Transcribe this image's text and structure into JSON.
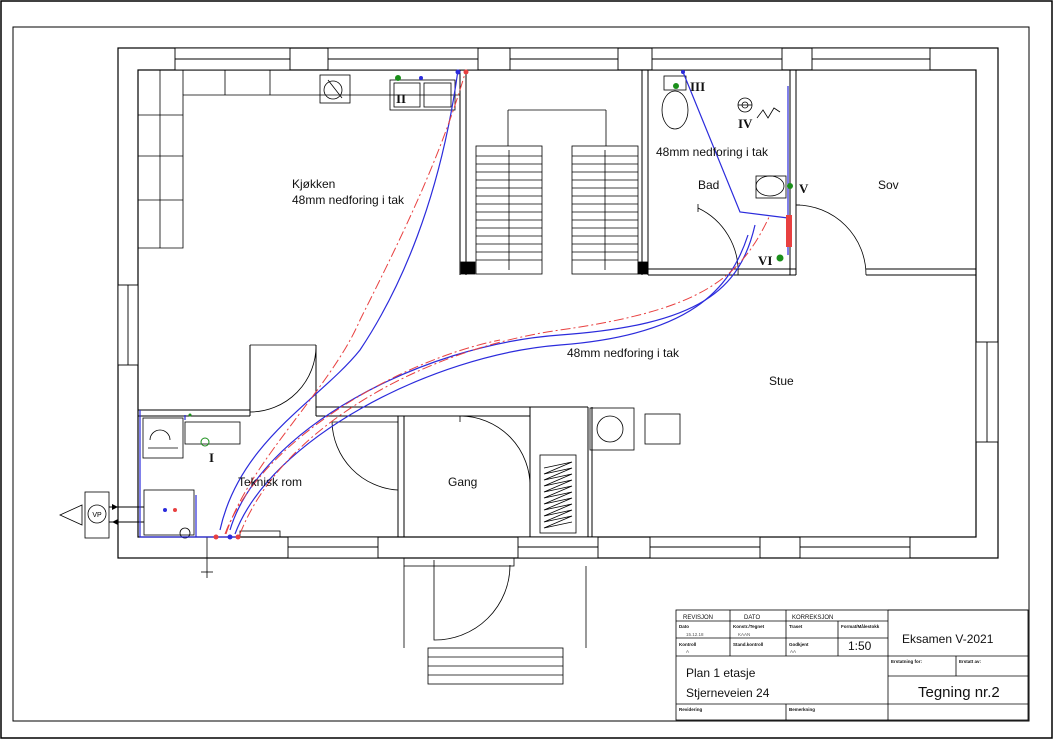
{
  "rooms": {
    "kitchen": "Kjøkken",
    "kitchen_note": "48mm nedforing i tak",
    "bath": "Bad",
    "bath_note": "48mm nedforing i tak",
    "bedroom": "Sov",
    "living": "Stue",
    "living_note": "48mm nedforing i tak",
    "technical": "Teknisk rom",
    "hall": "Gang"
  },
  "markers": {
    "m1": "I",
    "m2": "II",
    "m3": "III",
    "m4": "IV",
    "m5": "V",
    "m6": "VI"
  },
  "equipment": {
    "heat_pump": "VP"
  },
  "title_block": {
    "rev_header": "REVISJON",
    "date_header": "DATO",
    "corr_header": "KORREKSJON",
    "date_label": "Dato",
    "date_value": "15.12.18",
    "design_label": "Konstr./Tegnet",
    "design_value": "KAAN",
    "scale_label": "Format/Målestokk",
    "control_label": "Kontroll",
    "control_value": "A",
    "stand_label": "Stand.kontroll",
    "approved_label": "Godkjent",
    "approved_value": "AA",
    "traced_label": "Traset",
    "scale": "1:50",
    "project": "Eksamen V-2021",
    "replaces_label": "Erstatning for:",
    "replaced_by_label": "Erstatt av:",
    "drawing_title": "Plan 1 etasje",
    "address": "Stjerneveien 24",
    "drawing_number": "Tegning nr.2",
    "revision_label": "Revidering",
    "remark_label": "Bemerkning"
  }
}
